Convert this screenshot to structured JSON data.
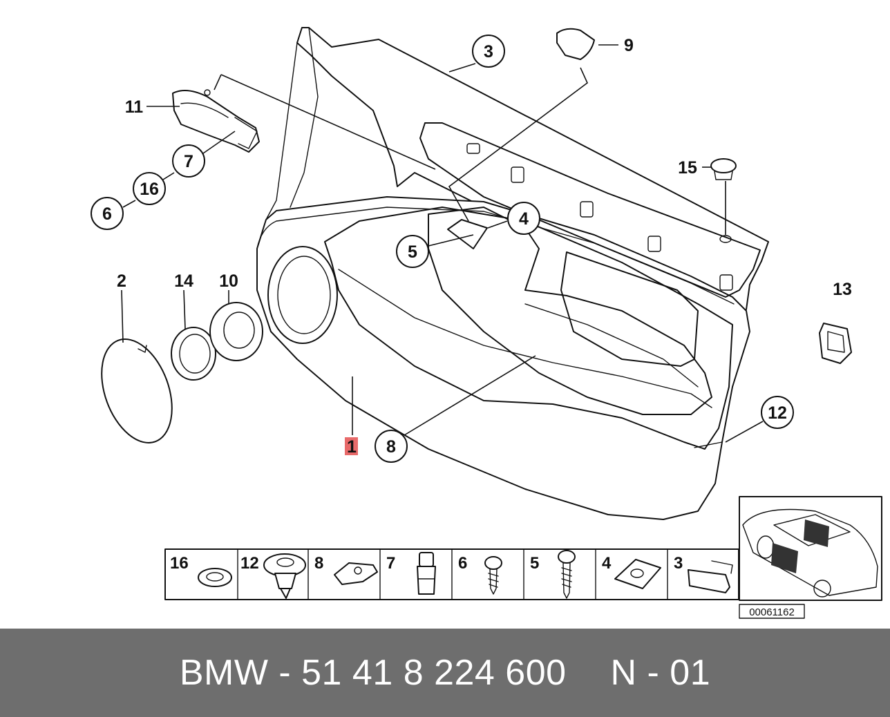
{
  "diagram": {
    "callouts": {
      "c1": "1",
      "c2": "2",
      "c3": "3",
      "c4": "4",
      "c5": "5",
      "c6": "6",
      "c7": "7",
      "c8": "8",
      "c9": "9",
      "c10": "10",
      "c11": "11",
      "c12": "12",
      "c13": "13",
      "c14": "14",
      "c15": "15",
      "c16": "16"
    },
    "highlight_color": "#e86a6a",
    "parts_strip": [
      {
        "label": "16"
      },
      {
        "label": "12"
      },
      {
        "label": "8"
      },
      {
        "label": "7"
      },
      {
        "label": "6"
      },
      {
        "label": "5"
      },
      {
        "label": "4"
      },
      {
        "label": "3"
      }
    ],
    "drawing_number": "00061162"
  },
  "footer": {
    "part_number": "BMW - 51 41 8 224 600",
    "page_code": "N - 01"
  }
}
